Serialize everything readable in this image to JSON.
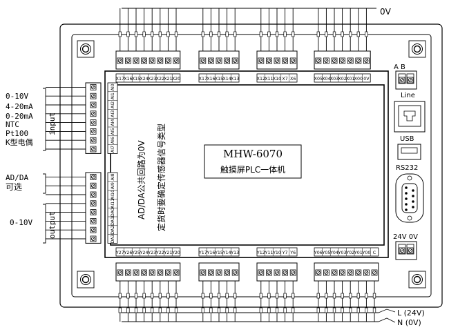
{
  "top_rail_label": "0V",
  "bottom_rail_labels": [
    "L (24V)",
    "N (0V)"
  ],
  "model": "MHW-6070",
  "subtitle": "触摸屏PLC一体机",
  "notes": [
    "AD/DA公共回路为0V",
    "定货时要确定传感器信号类型"
  ],
  "top_terminals": {
    "groups": [
      [
        "X17",
        "X16",
        "X15",
        "X24",
        "X23",
        "X22",
        "X21",
        "X20"
      ],
      [
        "X17",
        "X16",
        "X15",
        "X14",
        "X13"
      ],
      [
        "X12",
        "X11",
        "X10",
        "X7",
        "X6"
      ],
      [
        "X05",
        "X04",
        "X03",
        "X02",
        "X01",
        "X00",
        "0V"
      ]
    ]
  },
  "bottom_terminals": {
    "groups": [
      [
        "Y27",
        "Y26",
        "Y25",
        "Y24",
        "Y23",
        "Y22",
        "Y21",
        "Y20"
      ],
      [
        "Y17",
        "Y16",
        "Y15",
        "Y14",
        "Y13"
      ],
      [
        "Y12",
        "Y11",
        "Y10",
        "Y7",
        "Y6"
      ],
      [
        "Y06",
        "Y05",
        "Y04",
        "Y03",
        "Y02",
        "Y01",
        "Y00",
        "C"
      ]
    ]
  },
  "left_terminals": {
    "input_labels": [
      "AI0",
      "AI1",
      "AI2",
      "AI3",
      "AI4",
      "AI5",
      "AI6",
      "AI7"
    ],
    "output_labels": [
      "AI8",
      "AI9",
      "AI10",
      "AI11",
      "DA0",
      "DA1",
      "DA2",
      "DA3"
    ]
  },
  "left_annotations": {
    "input_types": [
      "0-10V",
      "4-20mA",
      "0-20mA",
      "NTC",
      "Pt100",
      "K型电偶"
    ],
    "input_word": "input",
    "adda_label": "AD/DA",
    "adda_sub": "可选",
    "output_range": "0-10V",
    "output_word": "output"
  },
  "right_ports": {
    "ab_label": "A  B",
    "line_label": "Line",
    "usb_label": "USB",
    "rs232_label": "RS232",
    "power_label": "24V 0V"
  }
}
